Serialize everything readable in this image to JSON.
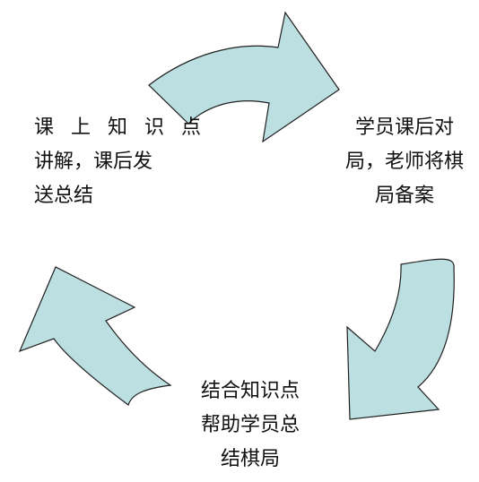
{
  "diagram": {
    "steps": [
      {
        "id": "lecture",
        "lines": [
          "课 上 知 识 点",
          "讲解，课后发",
          "送总结"
        ]
      },
      {
        "id": "record",
        "lines": [
          "学员课后对",
          "局，老师将棋",
          "局备案"
        ]
      },
      {
        "id": "review",
        "lines": [
          "结合知识点",
          "帮助学员总",
          "结棋局"
        ]
      }
    ],
    "colors": {
      "arrow_fill": "#bcdfe2",
      "arrow_stroke": "#1f1f1f",
      "text": "#111111"
    }
  }
}
